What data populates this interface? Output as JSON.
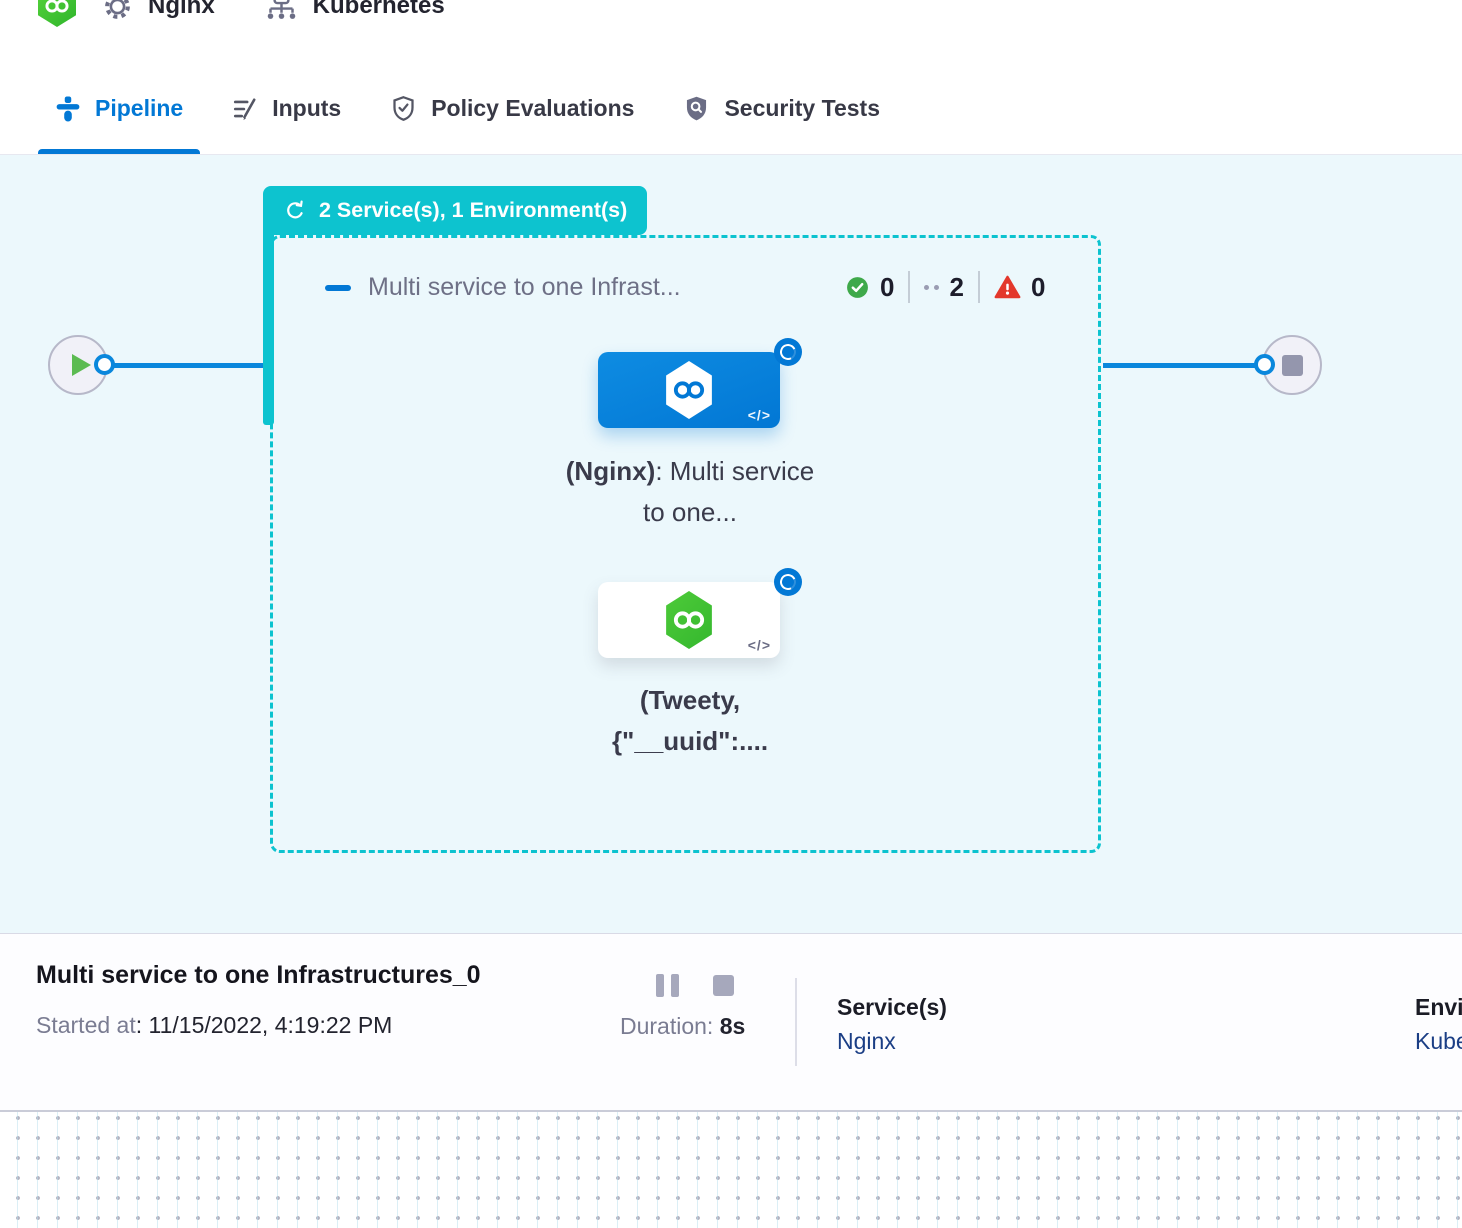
{
  "header": {
    "app_icon": "harness-logo",
    "items": [
      {
        "icon": "gear-icon",
        "label": "Nginx"
      },
      {
        "icon": "cluster-icon",
        "label": "Kubernetes"
      }
    ]
  },
  "tabs": [
    {
      "icon": "pipeline-icon",
      "label": "Pipeline",
      "active": true
    },
    {
      "icon": "inputs-icon",
      "label": "Inputs",
      "active": false
    },
    {
      "icon": "policy-evaluations-icon",
      "label": "Policy Evaluations",
      "active": false
    },
    {
      "icon": "security-tests-icon",
      "label": "Security Tests",
      "active": false
    }
  ],
  "canvas": {
    "group_badge_label": "2 Service(s), 1 Environment(s)",
    "stage_title": "Multi service to one Infrast...",
    "status_counts": {
      "success": "0",
      "pending": "2",
      "failed": "0"
    },
    "nodes": [
      {
        "label_bold": "(Nginx)",
        "label_rest": ": Multi service to one...",
        "code_badge": "</>"
      },
      {
        "label_bold": "(Tweety, {\"__uuid\":....",
        "label_rest": "",
        "code_badge": "</>"
      }
    ]
  },
  "infobar": {
    "title": "Multi service to one Infrastructures_0",
    "started_label": "Started at",
    "started_value": ": 11/15/2022, 4:19:22 PM",
    "duration_label": "Duration:",
    "duration_value": "8s",
    "services_label": "Service(s)",
    "services_value": "Nginx",
    "environments_label": "Environment(s)",
    "environments_value": "Kubernetes"
  },
  "colors": {
    "accent_blue": "#0278d5",
    "teal": "#0dc3cf",
    "canvas_bg": "#ecf8fc",
    "success_green": "#3ea94a",
    "error_red": "#e3382c",
    "link_navy": "#1b3e85"
  }
}
